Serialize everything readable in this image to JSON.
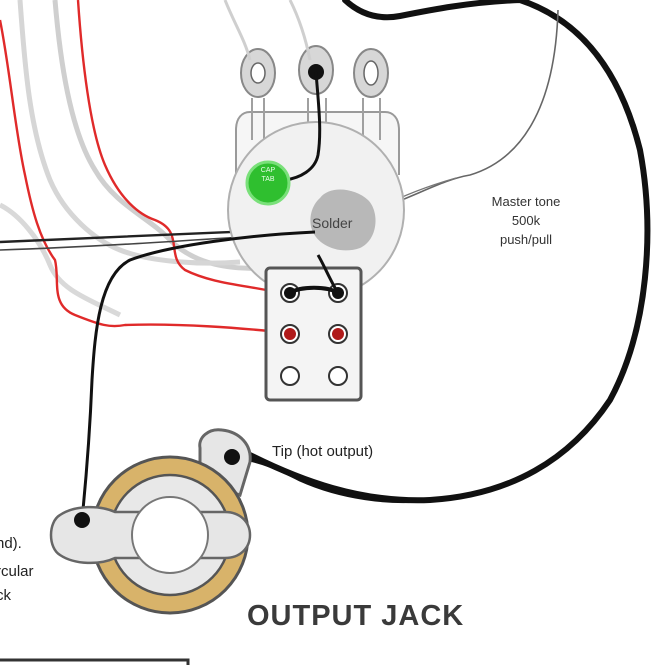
{
  "labels": {
    "master_tone": [
      "Master tone",
      "500k",
      "push/pull"
    ],
    "solder": "Solder",
    "tip": "Tip (hot output)",
    "output_jack": "OUTPUT JACK",
    "left_cut": [
      "nd).",
      "rcular",
      "ck"
    ],
    "green_dot": [
      "CAP",
      "TAB"
    ]
  },
  "colors": {
    "wire_black": "#111111",
    "wire_red": "#e02a2a",
    "wire_white": "#c9c9c9",
    "body_outline": "#111111",
    "pot_body": "#f1f1f1",
    "pot_outline": "#9a9a9a",
    "solder_blob": "#b8b8b8",
    "green_dot": "#2fbf2f",
    "jack_ring": "#d8b36a",
    "jack_lug": "#e6e6e6"
  }
}
